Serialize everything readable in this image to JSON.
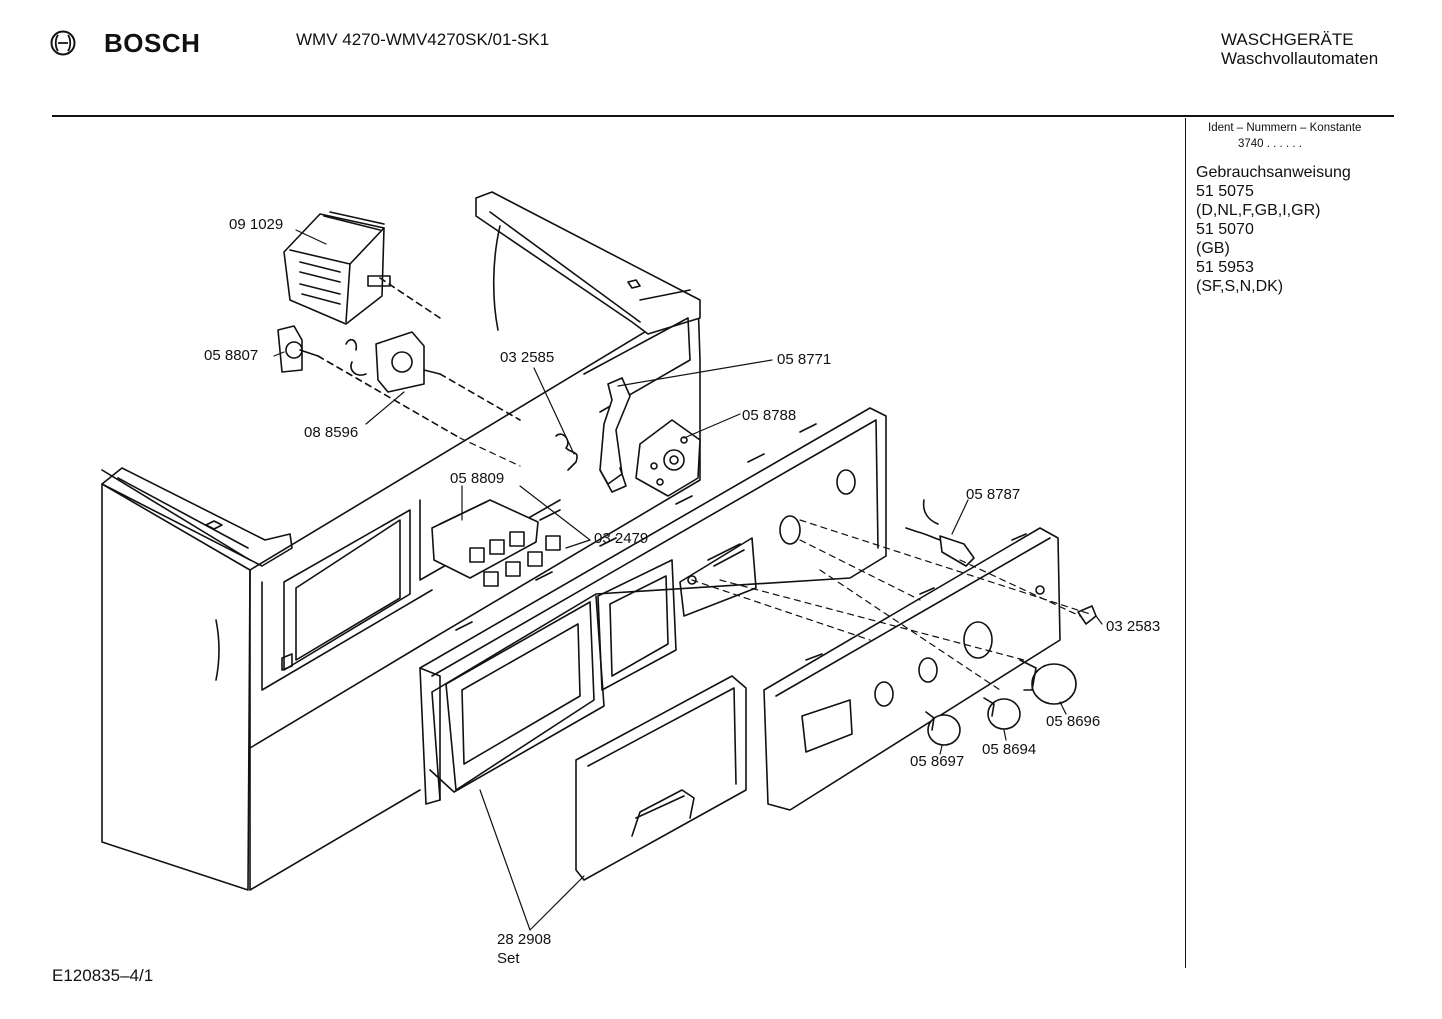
{
  "header": {
    "brand": "BOSCH",
    "model": "WMV 4270-WMV4270SK/01-SK1",
    "category_line1": "WASCHGERÄTE",
    "category_line2": "Waschvollautomaten"
  },
  "side_panel": {
    "ident_heading": "Ident – Nummern – Konstante",
    "ident_value": "3740 . . . . . .",
    "lines": [
      "Gebrauchsanweisung",
      "51 5075",
      "(D,NL,F,GB,I,GR)",
      "51 5070",
      "(GB)",
      "51 5953",
      "(SF,S,N,DK)"
    ]
  },
  "part_labels": [
    {
      "id": "p1",
      "text": "09 1029"
    },
    {
      "id": "p2",
      "text": "05 8807"
    },
    {
      "id": "p3",
      "text": "08 8596"
    },
    {
      "id": "p4",
      "text": "03 2585"
    },
    {
      "id": "p5",
      "text": "05 8771"
    },
    {
      "id": "p6",
      "text": "05 8788"
    },
    {
      "id": "p7",
      "text": "05 8809"
    },
    {
      "id": "p8",
      "text": "03 2479"
    },
    {
      "id": "p9",
      "text": "05 8787"
    },
    {
      "id": "p10",
      "text": "03 2583"
    },
    {
      "id": "p11",
      "text": "05 8696"
    },
    {
      "id": "p12",
      "text": "05 8694"
    },
    {
      "id": "p13",
      "text": "05 8697"
    },
    {
      "id": "p14",
      "text": "28 2908"
    },
    {
      "id": "p15",
      "text": "Set"
    }
  ],
  "footer": {
    "drawing_id": "E120835–4/1"
  },
  "icons": {
    "logo": "bosch-armature-icon"
  }
}
